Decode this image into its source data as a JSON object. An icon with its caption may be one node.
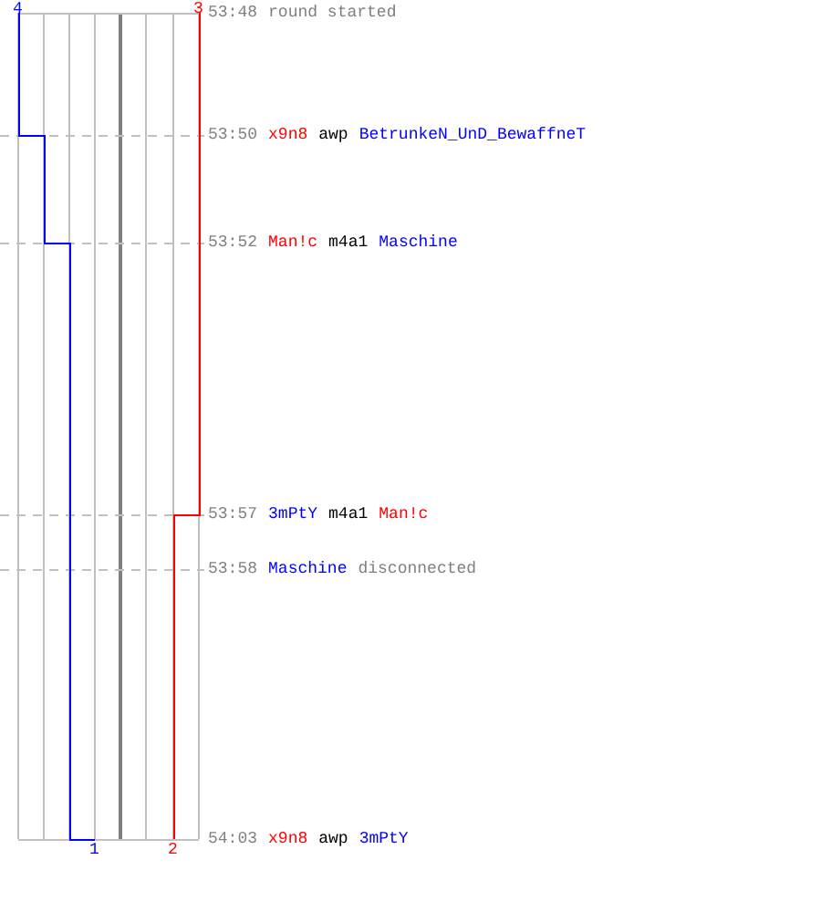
{
  "diagram": {
    "labels": [
      "4",
      "3",
      "53:48",
      "round started",
      "53:50",
      "x9n8",
      "awp",
      "BetrunkeN_UnD_BewaffneT",
      "53:52",
      "Man!c",
      "m4a1",
      "Maschine",
      "53:57",
      "3mPtY",
      "m4a1",
      "Man!c",
      "53:58",
      "Maschine",
      "disconnected",
      "54:03",
      "x9n8",
      "awp",
      "3mPtY",
      "1",
      "2"
    ]
  }
}
